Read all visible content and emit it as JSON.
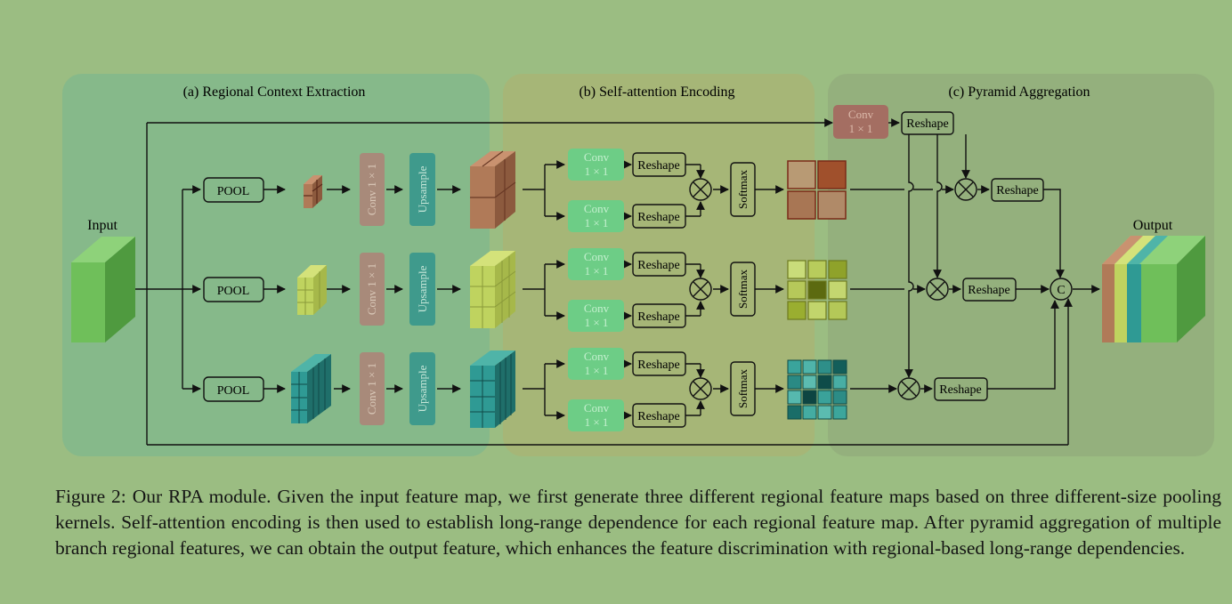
{
  "panels": {
    "a": "(a) Regional Context Extraction",
    "b": "(b) Self-attention Encoding",
    "c": "(c) Pyramid Aggregation"
  },
  "labels": {
    "input": "Input",
    "output": "Output",
    "pool": "POOL",
    "conv_vertical": "Conv 1 × 1",
    "upsample": "Upsample",
    "conv_line1": "Conv",
    "conv_line2": "1 × 1",
    "reshape": "Reshape",
    "softmax": "Softmax",
    "concat": "C"
  },
  "caption": "Figure 2: Our RPA module. Given the input feature map, we first generate three different regional feature maps based on three different-size pooling kernels. Self-attention encoding is then used to establish long-range dependence for each regional feature map. After pyramid aggregation of multiple branch regional features, we can obtain the output feature, which enhances the feature discrimination with regional-based long-range dependencies.",
  "colors": {
    "background": "#9bbd82",
    "panel_a": "#82b98c",
    "panel_b": "#a8b576",
    "panel_c": "#93ae7c",
    "input_green": "#6fbf5a",
    "brown": "#b07a58",
    "yellow_green": "#bfd35f",
    "teal": "#2f9a94",
    "conv_gray": "#a88a7a",
    "upsample_teal": "#3f9a8c",
    "conv_green": "#6dcd86",
    "conv_brown": "#a46e62"
  }
}
